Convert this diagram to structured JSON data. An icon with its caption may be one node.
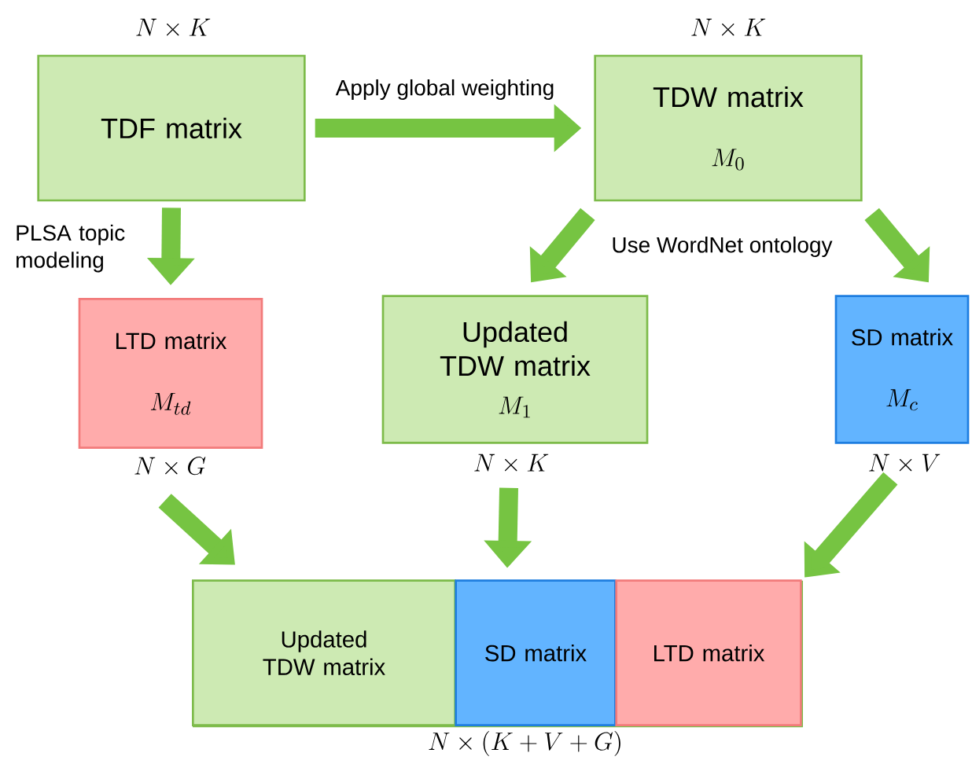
{
  "diagram": {
    "nodes": [
      {
        "text": [
          "TDF matrix"
        ],
        "beside": [
          "N \\times K"
        ]
      },
      {
        "text": [
          "TDW matrix",
          "M_0"
        ],
        "beside": [
          "N \\times K"
        ]
      },
      {
        "text": [
          "LTD matrix",
          "M_{td}"
        ],
        "beside": [
          "N \\times G"
        ]
      },
      {
        "text": [
          "Updated TDW matrix",
          "M_1"
        ],
        "beside": [
          "N \\times K"
        ]
      },
      {
        "text": [
          "SD matrix",
          "M_c"
        ],
        "beside": [
          "N \\times V"
        ]
      },
      {
        "text": [],
        "shape": "box",
        "beside": [
          "N \\times (K+V+G)"
        ]
      },
      {
        "text": [
          "Updated TDW matrix"
        ],
        "in": 5
      },
      {
        "text": [
          "SD matrix"
        ],
        "in": 5
      },
      {
        "text": [
          "LTD matrix"
        ],
        "in": 5
      }
    ],
    "edges": [
      {
        "from": 0,
        "to": 1,
        "arrow": "to",
        "label": "Apply global weighting"
      },
      {
        "from": 0,
        "to": 2,
        "arrow": "to",
        "label": "PLSA topic modeling"
      },
      {
        "from": 1,
        "to": 3,
        "arrow": "to",
        "label": "Use WordNet ontology"
      },
      {
        "from": 1,
        "to": 4,
        "arrow": "to"
      },
      {
        "from": 2,
        "to": 5,
        "arrow": "to"
      },
      {
        "from": 3,
        "to": 5,
        "arrow": "to"
      },
      {
        "from": 4,
        "to": 5,
        "arrow": "to"
      }
    ]
  }
}
